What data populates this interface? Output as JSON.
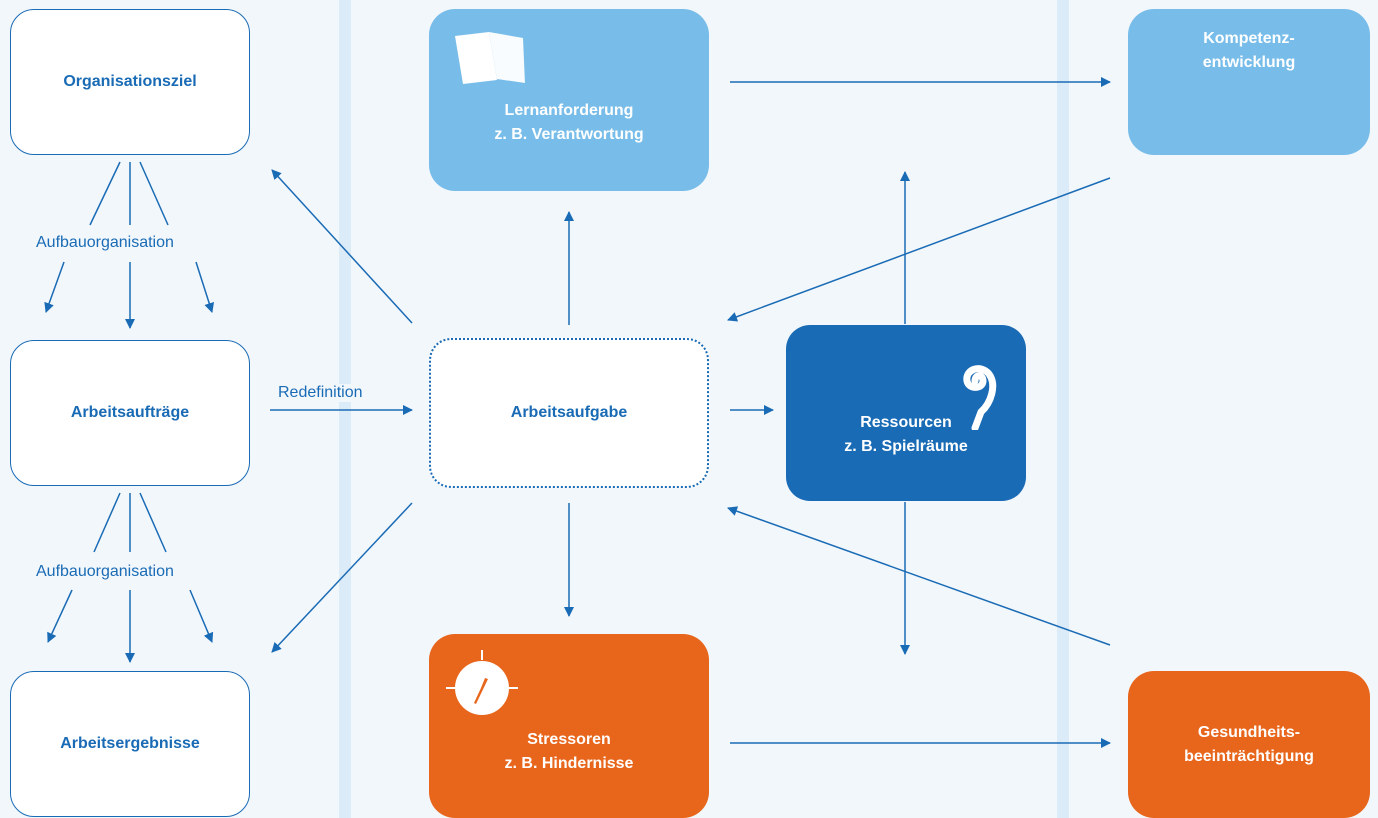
{
  "colors": {
    "primary_blue": "#1a6bb5",
    "light_blue": "#78bde9",
    "orange": "#e8661c",
    "background": "#f2f7fc",
    "column_band": "#dcebf8"
  },
  "left_column": {
    "goal": "Organisationsziel",
    "structure_label_top": "Aufbauorganisation",
    "orders": "Arbeitsaufträge",
    "structure_label_bottom": "Aufbauorganisation",
    "results": "Arbeitsergebnisse"
  },
  "center": {
    "task": "Arbeitsaufgabe",
    "redefinition_label": "Redefinition",
    "learning": {
      "line1": "Lernanforderung",
      "line2": "z. B. Verantwortung"
    },
    "stressors": {
      "line1": "Stressoren",
      "line2": "z. B. Hindernisse"
    },
    "resources": {
      "line1": "Ressourcen",
      "line2": "z. B. Spielräume"
    }
  },
  "right_column": {
    "competence": {
      "line1": "Kompetenz-",
      "line2": "entwicklung"
    },
    "health": {
      "line1": "Gesundheits-",
      "line2": "beeinträchtigung"
    }
  },
  "icons": {
    "learning": "open-book-icon",
    "stressors": "clock-icon",
    "resources": "spiral-icon"
  }
}
